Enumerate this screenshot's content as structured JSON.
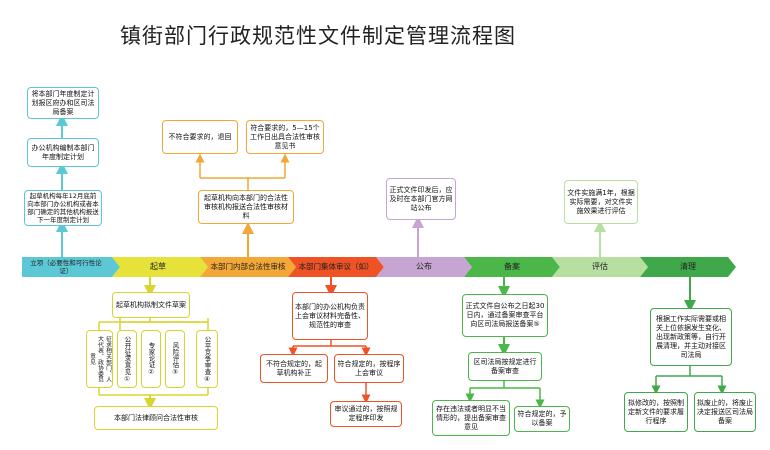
{
  "title": "镇街部门行政规范性文件制定管理流程图",
  "colors": {
    "teal": "#5cc8d6",
    "yellow": "#e6e23a",
    "orange": "#f3a736",
    "red": "#ee5225",
    "purple": "#c6a5d2",
    "green": "#4bb748",
    "lightgreen": "#b8dfa2",
    "green2": "#3ea84a"
  },
  "stages": [
    {
      "label": "立项（必要性和可行性论证）"
    },
    {
      "label": "起草"
    },
    {
      "label": "本部门内部合法性审核"
    },
    {
      "label": "本部门集体审议（如）"
    },
    {
      "label": "公布"
    },
    {
      "label": "备案"
    },
    {
      "label": "评估"
    },
    {
      "label": "清理"
    }
  ],
  "lixiang": {
    "top": "将本部门年度制定计划报区府办和区司法局备案",
    "mid": "办公机构编制本部门年度制定计划",
    "bottom": "起草机构每年12月底前向本部门办公机构或者本部门确定的其他机构报送下一年度制定计划"
  },
  "qicao": {
    "main": "起草机构拟制文件草案",
    "subs": [
      "征求相关部门、人大代表、政协委员意见",
      "公开征求意见①",
      "专家论证②",
      "风险评估③",
      "公平竞争审查④"
    ],
    "bottom": "本部门法律顾问合法性审核"
  },
  "shenhe": {
    "main": "起草机构向本部门的合法性审核机构报送合法性审核材料",
    "left": "不符合要求的，退回",
    "right": "符合要求的，5—15个工作日出具合法性审核意见书"
  },
  "shenyi": {
    "main": "本部门的办公机构负责上会审议材料完备性、规范性的审查",
    "left": "不符合规定的，起草机构补正",
    "right": "符合规定的，按程序上会审议",
    "bottom": "审议通过的，按照规定程序印发"
  },
  "gongbu": {
    "main": "正式文件印发后，应及时在本部门官方网站公布"
  },
  "beian": {
    "main": "正式文件自公布之日起30日内，通过备案审查平台向区司法局报送备案⑤",
    "mid": "区司法局按规定进行备案审查",
    "left": "存在违法或者明显不当情形的，提出备案审查意见",
    "right": "符合规定的，予以备案"
  },
  "pinggu": {
    "main": "文件实施满1年，根据实际需要，对文件实施效果进行评估"
  },
  "qingli": {
    "main": "根据工作实际需要或相关上位依据发生变化、出现新政策等，自行开展清理，并主动对接区司法局",
    "left": "拟修改的，按照制定新文件的要求履行程序",
    "right": "拟废止的，将废止决定报送区司法局备案"
  }
}
